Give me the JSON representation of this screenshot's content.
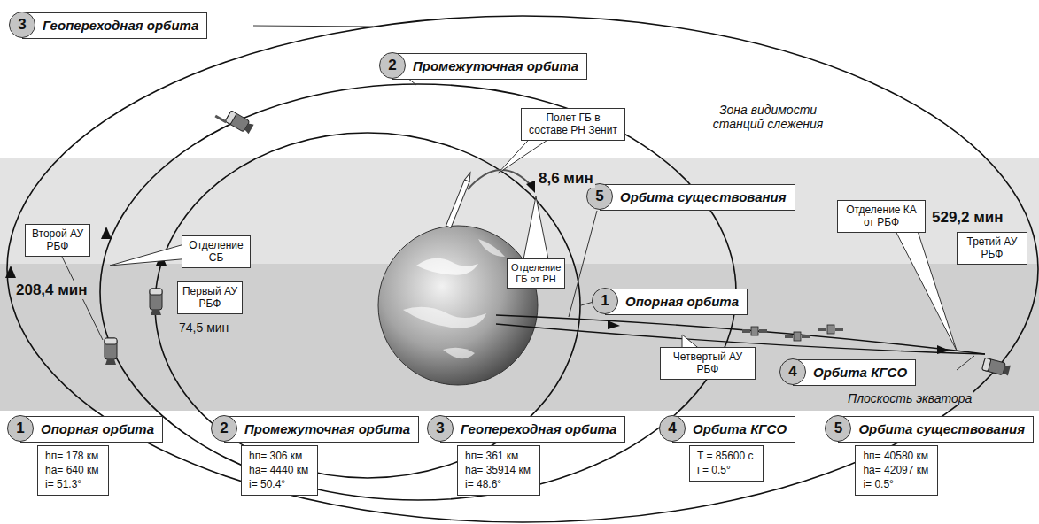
{
  "diagram": {
    "nodes": [
      {
        "text": [
          "3",
          "Геопереходная орбита"
        ]
      },
      {
        "text": [
          "2",
          "Промежуточная орбита"
        ]
      },
      {
        "text": [
          "Полет ГБ в составе РН Зенит"
        ]
      },
      {
        "text": [
          "5",
          "Орбита существования"
        ]
      },
      {
        "text": [
          "Отделение КА от РБФ"
        ]
      },
      {
        "text": [
          "Третий АУ РБФ"
        ]
      },
      {
        "text": [
          "Второй АУ РБФ"
        ]
      },
      {
        "text": [
          "Отделение СБ"
        ]
      },
      {
        "text": [
          "Первый АУ РБФ"
        ]
      },
      {
        "text": [
          "Отделение ГБ от РН"
        ]
      },
      {
        "text": [
          "1",
          "Опорная орбита"
        ]
      },
      {
        "text": [
          "Четвертый АУ РБФ"
        ]
      },
      {
        "text": [
          "4",
          "Орбита КГСО"
        ]
      },
      {
        "text": [
          "1",
          "Опорная орбита",
          "hп= 178 км",
          "hа= 640 км",
          "i= 51.3°"
        ]
      },
      {
        "text": [
          "2",
          "Промежуточная орбита",
          "hп= 306 км",
          "hа= 4440 км",
          "i= 50.4°"
        ]
      },
      {
        "text": [
          "3",
          "Геопереходная орбита",
          "hп= 361 км",
          "hа= 35914 км",
          "i= 48.6°"
        ]
      },
      {
        "text": [
          "4",
          "Орбита КГСО",
          "T = 85600 с",
          "i = 0.5°"
        ]
      },
      {
        "text": [
          "5",
          "Орбита существования",
          "hп= 40580 км",
          "hа= 42097 км",
          "i= 0.5°"
        ]
      }
    ],
    "labels": [
      "8,6 мин",
      "529,2 мин",
      "208,4 мин",
      "74,5 мин",
      "Зона видимости станций слежения",
      "Плоскость экватора"
    ]
  }
}
